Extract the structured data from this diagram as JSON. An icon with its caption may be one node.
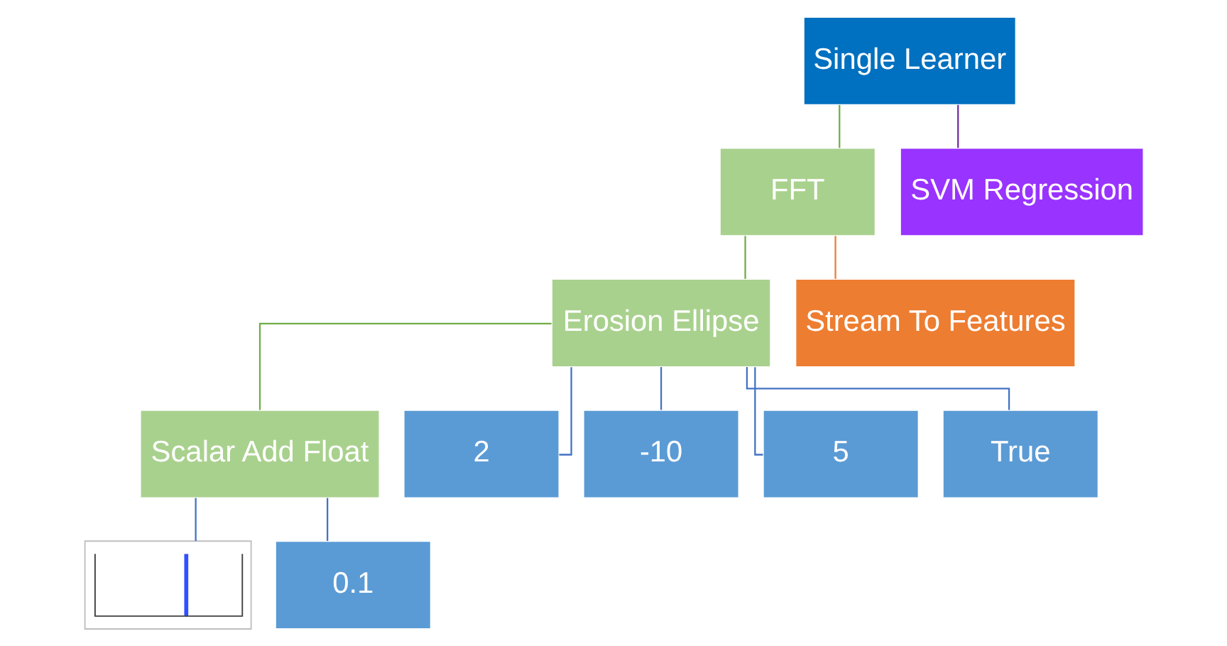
{
  "diagram": {
    "nodes": [
      {
        "text": [
          "Single Learner"
        ]
      },
      {
        "text": [
          "FFT"
        ]
      },
      {
        "text": [
          "SVM Regression"
        ]
      },
      {
        "text": [
          "Erosion Ellipse"
        ]
      },
      {
        "text": [
          "Stream To Features"
        ]
      },
      {
        "text": [
          "Scalar Add Float"
        ]
      },
      {
        "text": [
          "2"
        ]
      },
      {
        "text": [
          "-10"
        ]
      },
      {
        "text": [
          "5"
        ]
      },
      {
        "text": [
          "True"
        ]
      },
      {
        "text": [],
        "shape": "picture"
      },
      {
        "text": [
          "0.1"
        ]
      }
    ],
    "edges": [
      {
        "from": 0,
        "to": 1,
        "arrow": "none",
        "color": "#70ad47"
      },
      {
        "from": 0,
        "to": 2,
        "arrow": "none",
        "color": "#7030a0"
      },
      {
        "from": 1,
        "to": 3,
        "arrow": "none",
        "color": "#70ad47"
      },
      {
        "from": 1,
        "to": 4,
        "arrow": "none",
        "color": "#ed7d31"
      },
      {
        "from": 3,
        "to": 5,
        "arrow": "none",
        "color": "#70ad47"
      },
      {
        "from": 3,
        "to": 6,
        "arrow": "none"
      },
      {
        "from": 3,
        "to": 7,
        "arrow": "none"
      },
      {
        "from": 3,
        "to": 8,
        "arrow": "none"
      },
      {
        "from": 3,
        "to": 9,
        "arrow": "none"
      },
      {
        "from": 5,
        "to": 10,
        "arrow": "none"
      },
      {
        "from": 5,
        "to": 11,
        "arrow": "none"
      }
    ]
  }
}
